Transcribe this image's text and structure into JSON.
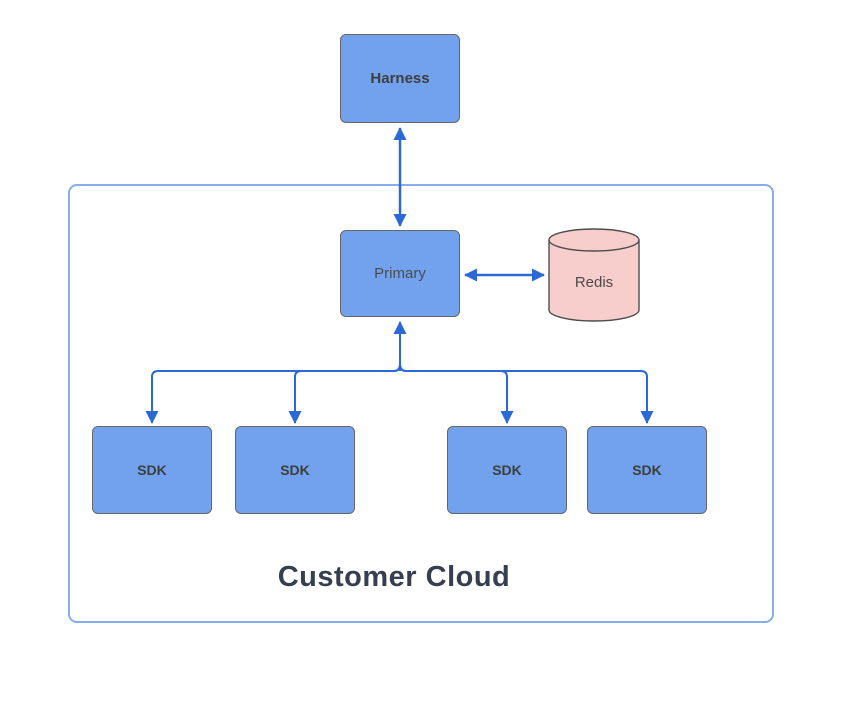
{
  "diagram": {
    "container": {
      "label": "Customer Cloud"
    },
    "nodes": {
      "harness": {
        "label": "Harness",
        "shape": "rounded-rect"
      },
      "primary": {
        "label": "Primary",
        "shape": "rounded-rect"
      },
      "redis": {
        "label": "Redis",
        "shape": "cylinder"
      },
      "sdks": [
        {
          "label": "SDK"
        },
        {
          "label": "SDK"
        },
        {
          "label": "SDK"
        },
        {
          "label": "SDK"
        }
      ]
    },
    "edges": [
      {
        "from": "Harness",
        "to": "Primary",
        "direction": "bidirectional"
      },
      {
        "from": "Primary",
        "to": "Redis",
        "direction": "bidirectional"
      },
      {
        "from": "SDK fan-out junction",
        "to": "Primary",
        "direction": "up-arrow"
      },
      {
        "from": "junction",
        "to": "SDK 1",
        "direction": "down-arrow"
      },
      {
        "from": "junction",
        "to": "SDK 2",
        "direction": "down-arrow"
      },
      {
        "from": "junction",
        "to": "SDK 3",
        "direction": "down-arrow"
      },
      {
        "from": "junction",
        "to": "SDK 4",
        "direction": "down-arrow"
      }
    ],
    "colors": {
      "node_fill": "#72A2ED",
      "node_border": "#666666",
      "connector": "#2B69D8",
      "cylinder_fill": "#F8CECC",
      "cylinder_border": "#4D4D4D",
      "container_border": "#85AEF0",
      "label_dark": "#3E3E3E",
      "label_gray": "#4B4B4B",
      "container_label": "#353F50",
      "canvas_bg": "#FFFFFF"
    }
  }
}
